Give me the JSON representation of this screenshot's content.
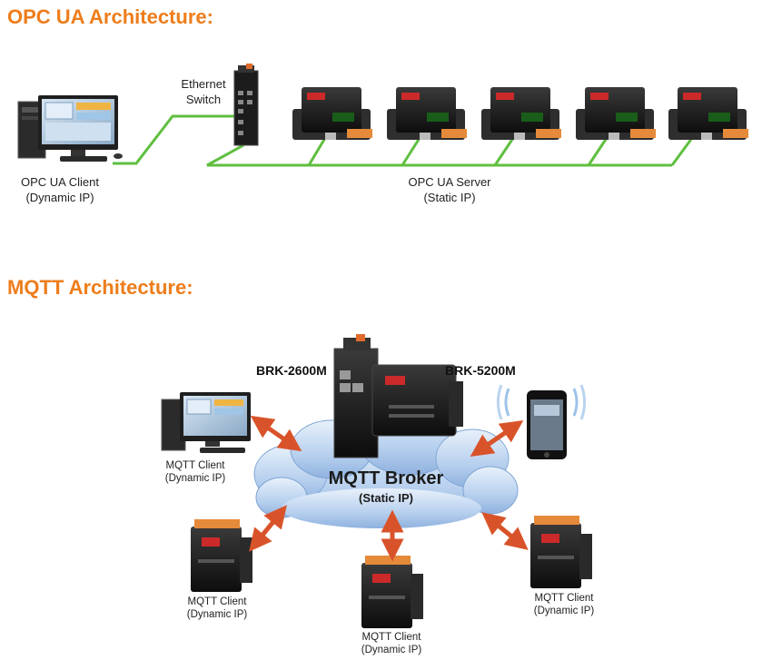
{
  "opcua": {
    "heading": "OPC UA Architecture:",
    "switch_label_line1": "Ethernet",
    "switch_label_line2": "Switch",
    "client_label_line1": "OPC UA Client",
    "client_label_line2": "(Dynamic IP)",
    "server_label_line1": "OPC UA Server",
    "server_label_line2": "(Static IP)"
  },
  "mqtt": {
    "heading": "MQTT Architecture:",
    "broker_title": "MQTT Broker",
    "broker_subtitle": "(Static IP)",
    "device_left": "BRK-2600M",
    "device_right": "BRK-5200M",
    "clients": [
      {
        "line1": "MQTT Client",
        "line2": "(Dynamic IP)"
      },
      {
        "line1": "MQTT Client",
        "line2": "(Dynamic IP)"
      },
      {
        "line1": "MQTT Client",
        "line2": "(Dynamic IP)"
      },
      {
        "line1": "MQTT Client",
        "line2": "(Dynamic IP)"
      }
    ]
  },
  "colors": {
    "heading": "#ee7d1b",
    "link": "#5fbf3f",
    "arrow": "#d9532a",
    "cloud": "#a9c6ea"
  }
}
